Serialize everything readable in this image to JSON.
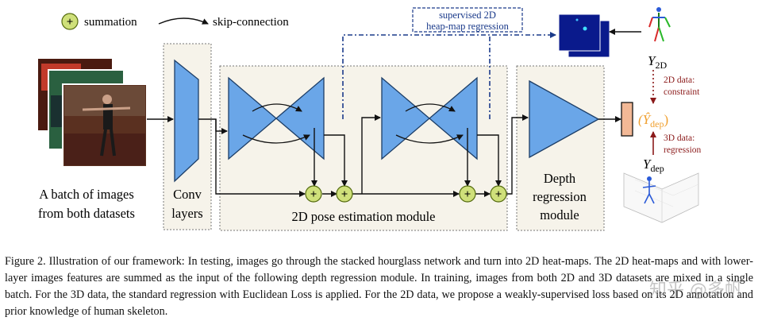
{
  "legend": {
    "summation_label": "summation",
    "skip_label": "skip-connection",
    "plus_symbol": "+"
  },
  "labels": {
    "batch_line1": "A batch of images",
    "batch_line2": "from both datasets",
    "conv_line1": "Conv",
    "conv_line2": "layers",
    "pose_module": "2D pose estimation module",
    "depth_line1": "Depth",
    "depth_line2": "regression",
    "depth_line3": "module",
    "supervised_line1": "supervised 2D",
    "supervised_line2": "heap-map regression",
    "y2d_main": "Y",
    "y2d_sub": "2D",
    "ydep_hat_main": "(Ŷ",
    "ydep_hat_sub": "dep",
    "ydep_hat_close": ")",
    "ydep_main": "Y",
    "ydep_sub": "dep",
    "data2d_line1": "2D data:",
    "data2d_line2": "constraint",
    "data3d_line1": "3D data:",
    "data3d_line2": "regression"
  },
  "caption": "Figure 2. Illustration of our framework: In testing, images go through the stacked hourglass network and turn into 2D heat-maps. The 2D heat-maps and with lower-layer images features are summed as the input of the following depth regression module. In training, images from both 2D and 3D datasets are mixed in a single batch. For the 3D data, the standard regression with Euclidean Loss is applied. For the 2D data, we propose a weakly-supervised loss based on its 2D annotation and prior knowledge of human skeleton.",
  "watermark": "知乎 @多帆",
  "colors": {
    "shape_blue": "#6aa6e8",
    "shape_stroke": "#1c3d66",
    "plus_fill": "#cfe07a",
    "dash_blue": "#1a3a8a",
    "dark_red": "#8b1a1a",
    "orange": "#f0a030",
    "output_box": "#f2b896",
    "heatmap": "#0a1a8c",
    "module_bg": "#f6f3ea"
  }
}
